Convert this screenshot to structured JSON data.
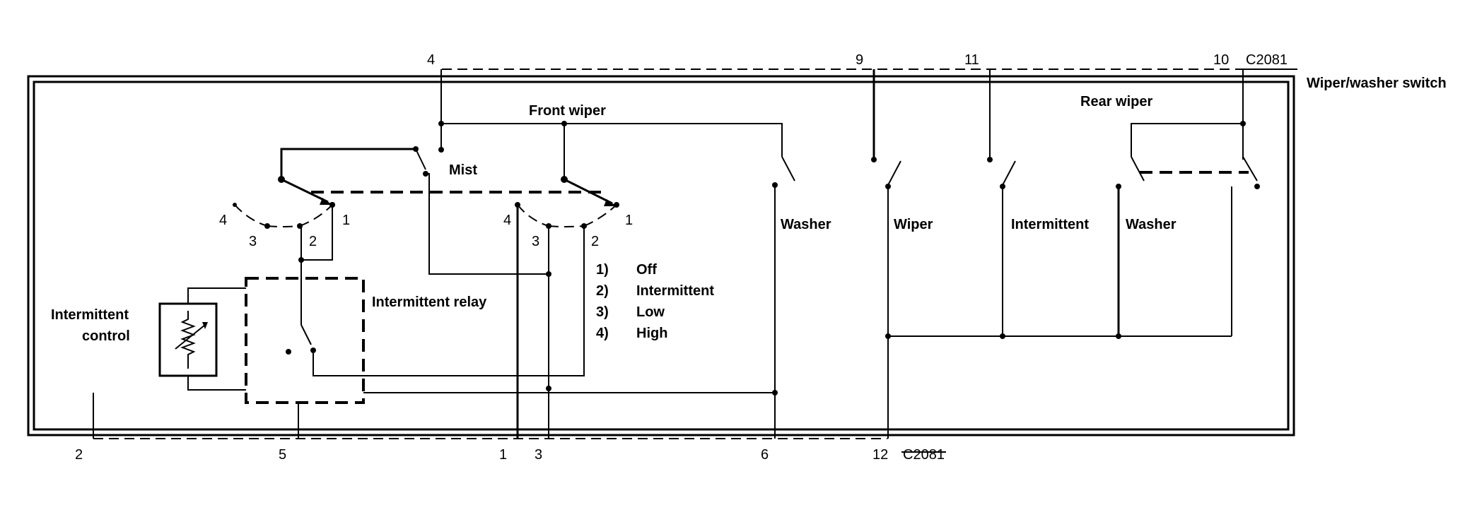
{
  "connector": "C2081",
  "switch_label": "Wiper/washer switch",
  "labels": {
    "front_wiper": "Front wiper",
    "rear_wiper": "Rear wiper",
    "mist": "Mist",
    "washer_front": "Washer",
    "wiper": "Wiper",
    "intermittent": "Intermittent",
    "washer_rear": "Washer",
    "intermittent_relay": "Intermittent relay",
    "intermittent_control_1": "Intermittent",
    "intermittent_control_2": "control"
  },
  "top_pins": {
    "p4": "4",
    "p9": "9",
    "p11": "11",
    "p10": "10"
  },
  "bottom_pins": {
    "p2": "2",
    "p5": "5",
    "p1": "1",
    "p3": "3",
    "p6": "6",
    "p12": "12"
  },
  "left_switch_positions": {
    "s4": "4",
    "s3": "3",
    "s2": "2",
    "s1": "1"
  },
  "right_switch_positions": {
    "s4": "4",
    "s3": "3",
    "s2": "2",
    "s1": "1"
  },
  "legend": [
    {
      "num": "1)",
      "text": "Off"
    },
    {
      "num": "2)",
      "text": "Intermittent"
    },
    {
      "num": "3)",
      "text": "Low"
    },
    {
      "num": "4)",
      "text": "High"
    }
  ]
}
